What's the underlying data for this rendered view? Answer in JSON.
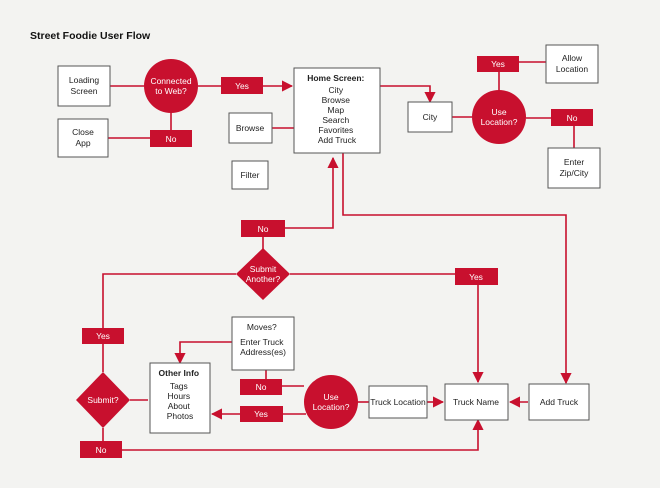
{
  "title": "Street Foodie User Flow",
  "colors": {
    "accent": "#c8102e",
    "box_border": "#555555",
    "box_fill": "#ffffff",
    "background": "#f3f3f1"
  },
  "nodes": {
    "loading_screen": [
      "Loading",
      "Screen"
    ],
    "close_app": [
      "Close",
      "App"
    ],
    "connected_to_web": [
      "Connected",
      "to Web?"
    ],
    "home_screen": {
      "heading": "Home Screen:",
      "items": [
        "City",
        "Browse",
        "Map",
        "Search",
        "Favorites",
        "Add Truck"
      ]
    },
    "browse": [
      "Browse"
    ],
    "filter": [
      "Filter"
    ],
    "city": [
      "City"
    ],
    "use_location_top": [
      "Use",
      "Location?"
    ],
    "allow_location": [
      "Allow",
      "Location"
    ],
    "enter_zip_city": [
      "Enter",
      "Zip/City"
    ],
    "submit_another": [
      "Submit",
      "Another?"
    ],
    "submit": [
      "Submit?"
    ],
    "other_info": {
      "heading": "Other Info",
      "items": [
        "Tags",
        "Hours",
        "About",
        "Photos"
      ]
    },
    "moves": [
      "Moves?",
      "Enter Truck",
      "Address(es)"
    ],
    "use_location_bottom": [
      "Use",
      "Location?"
    ],
    "truck_location": [
      "Truck Location"
    ],
    "truck_name": [
      "Truck Name"
    ],
    "add_truck": [
      "Add Truck"
    ]
  },
  "labels": {
    "yes_connected": "Yes",
    "no_connected": "No",
    "yes_allow": "Yes",
    "no_zip": "No",
    "no_submit_another": "No",
    "yes_submit_another": "Yes",
    "yes_submit": "Yes",
    "no_submit": "No",
    "no_moves": "No",
    "yes_other_info": "Yes"
  }
}
